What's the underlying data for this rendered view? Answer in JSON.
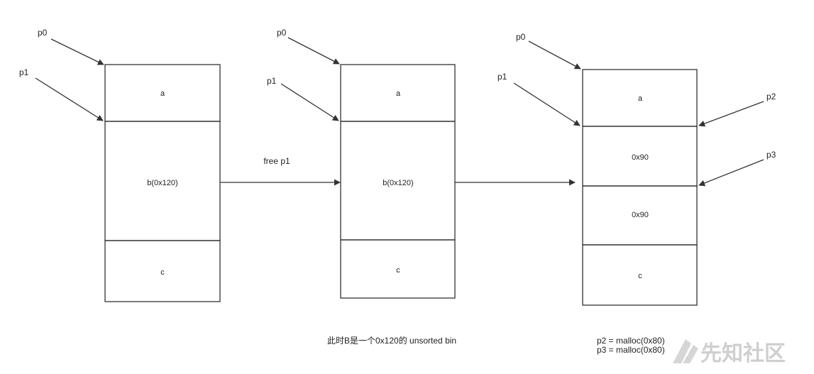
{
  "diagram": {
    "stage1": {
      "pointers": [
        "p0",
        "p1"
      ],
      "blocks": [
        "a",
        "b(0x120)",
        "c"
      ]
    },
    "arrow1_label": "free p1",
    "stage2": {
      "pointers": [
        "p0",
        "p1"
      ],
      "blocks": [
        "a",
        "b(0x120)",
        "c"
      ]
    },
    "stage3": {
      "pointers_left": [
        "p0",
        "p1"
      ],
      "pointers_right": [
        "p2",
        "p3"
      ],
      "blocks": [
        "a",
        "0x90",
        "0x90",
        "c"
      ]
    },
    "caption_middle": "此时B是一个0x120的 unsorted bin",
    "caption_right": [
      "p2 = malloc(0x80)",
      "p3 = malloc(0x80)"
    ]
  },
  "watermark": {
    "text": "先知社区",
    "icon": "xianzhi-logo-icon",
    "color": "#cfcfcf"
  },
  "colors": {
    "stroke": "#333333",
    "text": "#222222"
  }
}
